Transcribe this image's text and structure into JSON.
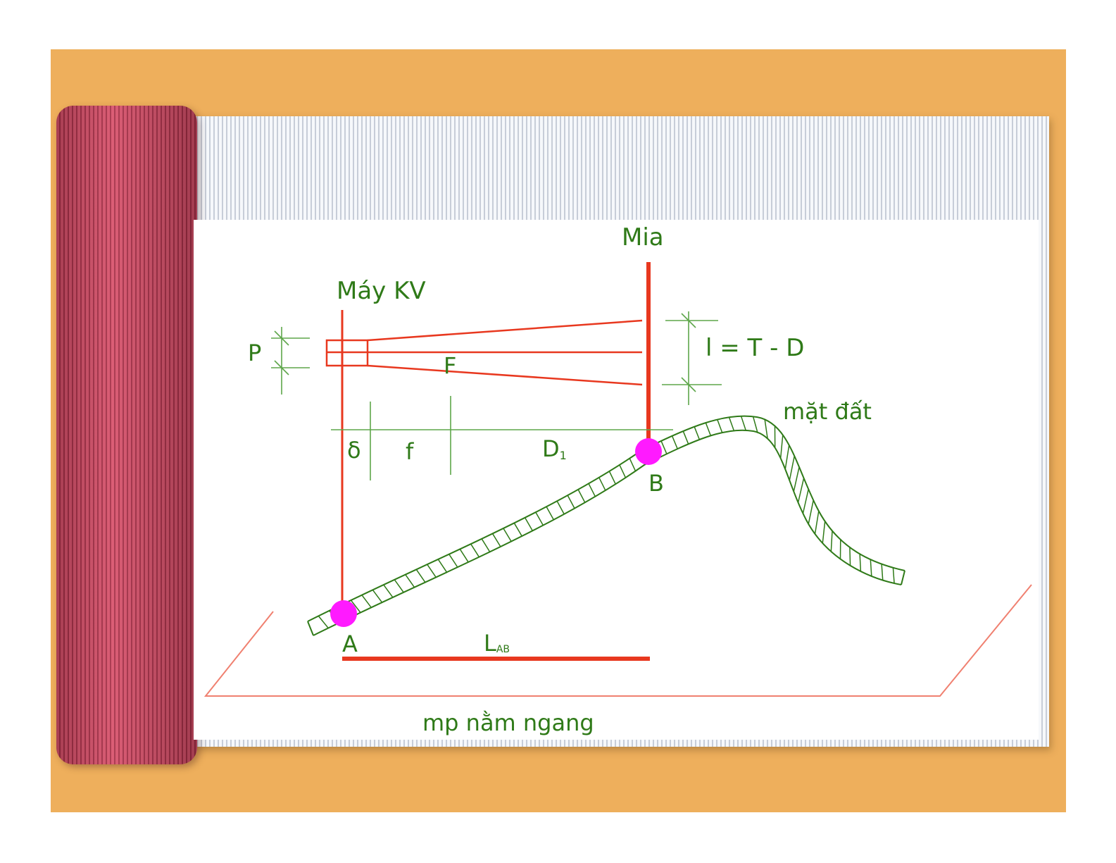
{
  "colors": {
    "background": "#eeaf5c",
    "roll": "#c53b55",
    "diagram_lines": "#e8381f",
    "labels": "#2f7a18",
    "points": "#ff1aff"
  },
  "labels": {
    "staff": "Mia",
    "instrument": "Máy KV",
    "p": "P",
    "focus": "F",
    "interval": "l = T - D",
    "ground": "mặt đất",
    "delta": "δ",
    "f": "f",
    "d1_main": "D",
    "d1_sub": "1",
    "point_b": "B",
    "point_a": "A",
    "lab_main": "L",
    "lab_sub": "AB",
    "plane": "mp nằm ngang"
  }
}
